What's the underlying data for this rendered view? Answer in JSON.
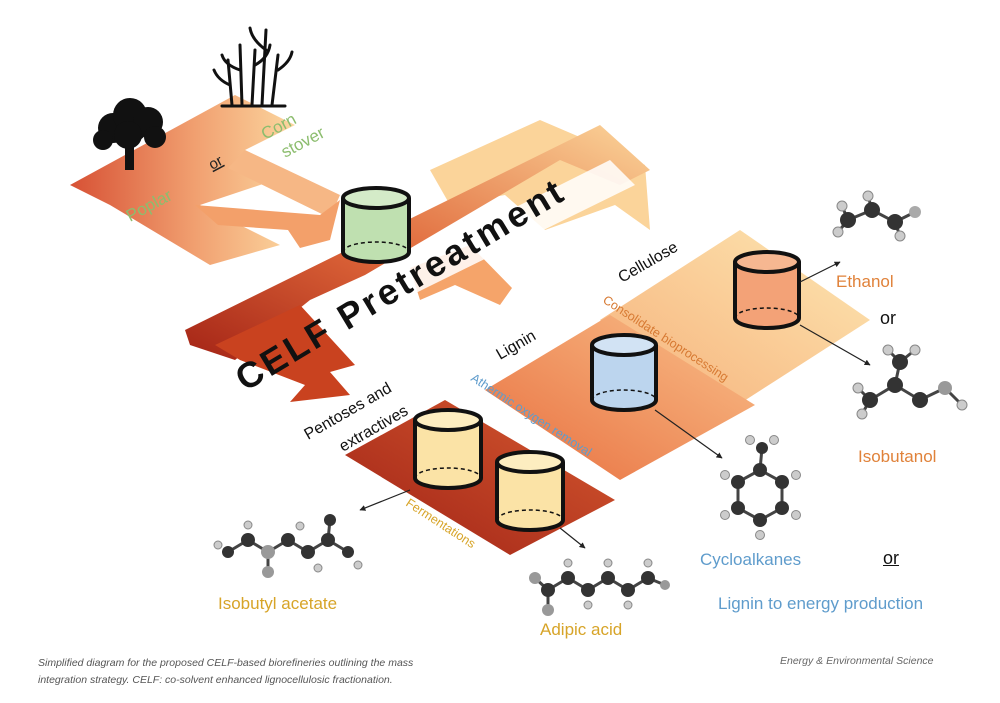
{
  "feedstock": {
    "poplar": "Poplar",
    "or": "or",
    "corn_line1": "Corn",
    "corn_line2": "stover"
  },
  "main_title": "CELF Pretreatment",
  "cellulose": {
    "label": "Cellulose",
    "process": "Consolidate bioprocessing",
    "product1": "Ethanol",
    "or": "or",
    "product2": "Isobutanol"
  },
  "lignin": {
    "label": "Lignin",
    "process": "Athermic oxygen removal",
    "product1": "Cycloalkanes",
    "or": "or",
    "product2": "Lignin to energy production"
  },
  "pentoses": {
    "label_line1": "Pentoses and",
    "label_line2": "extractives",
    "process": "Fermentations",
    "product1": "Isobutyl acetate",
    "product2": "Adipic acid"
  },
  "caption_line1": "Simplified diagram for the proposed CELF-based biorefineries outlining the mass",
  "caption_line2": "integration strategy. CELF: co-solvent enhanced lignocellulosic fractionation.",
  "source": "Energy & Environmental Science",
  "colors": {
    "flow_light": "#fde3a0",
    "flow_mid": "#f3a76b",
    "flow_dark": "#b8321c",
    "vessel_green": "#bfe0b0",
    "vessel_orange": "#f3a277",
    "vessel_blue": "#bcd5ee",
    "vessel_yellow": "#fbe3a6"
  }
}
